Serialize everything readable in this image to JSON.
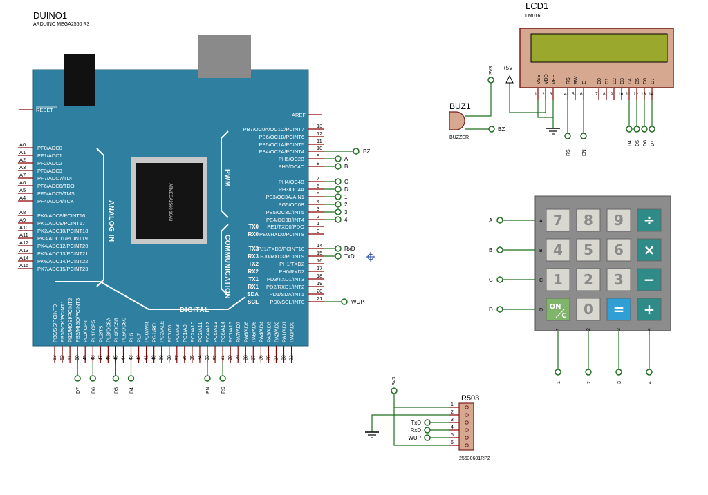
{
  "arduino": {
    "ref": "DUINO1",
    "model": "ARDUINO MEGA2560 R3",
    "reset": "RESET",
    "aref": "AREF",
    "section_analog": "ANALOG IN",
    "section_pwm": "PWM",
    "section_comm": "COMMUNICATION",
    "section_digital": "DIGITAL",
    "chip_text": "ATMEGA2560 16AU",
    "left_pins": [
      {
        "ext": "A0",
        "int": "PF0/ADC0"
      },
      {
        "ext": "A1",
        "int": "PF1/ADC1"
      },
      {
        "ext": "A2",
        "int": "PF2/ADC2"
      },
      {
        "ext": "A3",
        "int": "PF3/ADC3"
      },
      {
        "ext": "A7",
        "int": "PF7/ADC7/TDI"
      },
      {
        "ext": "A6",
        "int": "PF6/ADC6/TDO"
      },
      {
        "ext": "A5",
        "int": "PF5/ADC5/TMS"
      },
      {
        "ext": "A4",
        "int": "PF4/ADC4/TCK"
      },
      {
        "ext": "A8",
        "int": "PK0/ADC8/PCINT16"
      },
      {
        "ext": "A9",
        "int": "PK1/ADC9/PCINT17"
      },
      {
        "ext": "A10",
        "int": "PK2/ADC10/PCINT18"
      },
      {
        "ext": "A11",
        "int": "PK3/ADC11/PCINT19"
      },
      {
        "ext": "A12",
        "int": "PK4/ADC12/PCINT20"
      },
      {
        "ext": "A13",
        "int": "PK5/ADC13/PCINT21"
      },
      {
        "ext": "A14",
        "int": "PK6/ADC14/PCINT22"
      },
      {
        "ext": "A15",
        "int": "PK7/ADC15/PCINT23"
      }
    ],
    "right_pins": [
      {
        "num": "13",
        "int": "PB7/OC0A/OC1C/PCINT7",
        "net": ""
      },
      {
        "num": "12",
        "int": "PB6/OC1B/PCINT6",
        "net": ""
      },
      {
        "num": "11",
        "int": "PB5/OC1A/PCINT5",
        "net": ""
      },
      {
        "num": "10",
        "int": "PB4/OC2A/PCINT4",
        "net": "BZ"
      },
      {
        "num": "9",
        "int": "PH6/OC2B",
        "net": "A"
      },
      {
        "num": "8",
        "int": "PH5/OC4C",
        "net": "B"
      },
      {
        "num": "7",
        "int": "PH4/OC4B",
        "net": "C"
      },
      {
        "num": "6",
        "int": "PH3/OC4A",
        "net": "D"
      },
      {
        "num": "5",
        "int": "PE3/OC3A/AIN1",
        "net": "1"
      },
      {
        "num": "4",
        "int": "PG5/OC0B",
        "net": "2"
      },
      {
        "num": "3",
        "int": "PE5/OC3C/INT5",
        "net": "3"
      },
      {
        "num": "2",
        "int": "PE4/OC3B/INT4",
        "net": "4"
      },
      {
        "num": "1",
        "int": "PE1/TXD0/PDO",
        "net": "",
        "tag": "TX0"
      },
      {
        "num": "0",
        "int": "PE0/RXD0/PCINT8",
        "net": "",
        "tag": "RX0"
      },
      {
        "num": "14",
        "int": "PJ1/TXD3/PCINT10",
        "net": "RxD",
        "tag": "TX3"
      },
      {
        "num": "15",
        "int": "PJ0/RXD3/PCINT9",
        "net": "TxD",
        "tag": "RX3"
      },
      {
        "num": "16",
        "int": "PH1/TXD2",
        "net": "",
        "tag": "TX2"
      },
      {
        "num": "17",
        "int": "PH0/RXD2",
        "net": "",
        "tag": "RX2"
      },
      {
        "num": "18",
        "int": "PD3/TXD1/INT3",
        "net": "",
        "tag": "TX1"
      },
      {
        "num": "19",
        "int": "PD2/RXD1/INT2",
        "net": "",
        "tag": "RX1"
      },
      {
        "num": "20",
        "int": "PD1/SDA/INT1",
        "net": "",
        "tag": "SDA"
      },
      {
        "num": "21",
        "int": "PD0/SCL/INT0",
        "net": "WUP",
        "tag": "SCL"
      }
    ],
    "bottom_pins": [
      {
        "num": "53",
        "int": "PB0/SS/PCINT0"
      },
      {
        "num": "52",
        "int": "PB1/SCK/PCINT1"
      },
      {
        "num": "51",
        "int": "PB2/MOSI/PCINT2"
      },
      {
        "num": "50",
        "int": "PB3/MISO/PCINT3"
      },
      {
        "num": "49",
        "int": "PL0/ICP4"
      },
      {
        "num": "48",
        "int": "PL1/ICP5"
      },
      {
        "num": "47",
        "int": "PL2/T5"
      },
      {
        "num": "46",
        "int": "PL3/OC5A"
      },
      {
        "num": "45",
        "int": "PL4/OC5B"
      },
      {
        "num": "44",
        "int": "PL5/OC5C"
      },
      {
        "num": "43",
        "int": "PL6"
      },
      {
        "num": "42",
        "int": "PL7"
      },
      {
        "num": "41",
        "int": "PG0/WR"
      },
      {
        "num": "40",
        "int": "PG1/RD"
      },
      {
        "num": "39",
        "int": "PG2/ALE"
      },
      {
        "num": "38",
        "int": "PD7/T0"
      },
      {
        "num": "37",
        "int": "PC0/A8"
      },
      {
        "num": "36",
        "int": "PC1/A9"
      },
      {
        "num": "35",
        "int": "PC2/A10"
      },
      {
        "num": "34",
        "int": "PC3/A11"
      },
      {
        "num": "33",
        "int": "PC4/A12"
      },
      {
        "num": "32",
        "int": "PC5/A13"
      },
      {
        "num": "31",
        "int": "PC6/A14"
      },
      {
        "num": "30",
        "int": "PC7/A15"
      },
      {
        "num": "29",
        "int": "PA7/AD7"
      },
      {
        "num": "28",
        "int": "PA6/AD6"
      },
      {
        "num": "27",
        "int": "PA5/AD5"
      },
      {
        "num": "26",
        "int": "PA4/AD4"
      },
      {
        "num": "25",
        "int": "PA3/AD3"
      },
      {
        "num": "24",
        "int": "PA2/AD2"
      },
      {
        "num": "23",
        "int": "PA1/AD1"
      },
      {
        "num": "22",
        "int": "PA0/AD0"
      }
    ],
    "bottom_nets": [
      {
        "pin": "50",
        "net": "D7"
      },
      {
        "pin": "48",
        "net": "D6"
      },
      {
        "pin": "45",
        "net": "D5"
      },
      {
        "pin": "43",
        "net": "D4"
      },
      {
        "pin": "33",
        "net": "EN"
      },
      {
        "pin": "31",
        "net": "RS"
      }
    ]
  },
  "lcd": {
    "ref": "LCD1",
    "model": "LM016L",
    "pins": [
      "VSS",
      "VDD",
      "VEE",
      "RS",
      "RW",
      "E",
      "D0",
      "D1",
      "D2",
      "D3",
      "D4",
      "D5",
      "D6",
      "D7"
    ],
    "pin_nums": [
      "1",
      "2",
      "3",
      "4",
      "5",
      "6",
      "7",
      "8",
      "9",
      "10",
      "11",
      "12",
      "13",
      "14"
    ],
    "supply_label": "+5V",
    "nets": [
      "RS",
      "EN",
      "D4",
      "D5",
      "D6",
      "D7"
    ],
    "lcd_color": "#9aa82e"
  },
  "buzzer": {
    "ref": "BUZ1",
    "model": "BUZZER",
    "supply": "3V3",
    "net": "BZ"
  },
  "keypad": {
    "rows": [
      "A",
      "B",
      "C",
      "D"
    ],
    "cols": [
      "1",
      "2",
      "3",
      "4"
    ],
    "keys": [
      [
        "7",
        "8",
        "9",
        "÷"
      ],
      [
        "4",
        "5",
        "6",
        "×"
      ],
      [
        "1",
        "2",
        "3",
        "−"
      ],
      [
        "ON/C",
        "0",
        "=",
        "+"
      ]
    ],
    "on_top": "ON",
    "on_bottom": "C"
  },
  "r503": {
    "ref": "R503",
    "part": "25630601RP2",
    "supply": "3V3",
    "pins": [
      "1",
      "2",
      "3",
      "4",
      "5",
      "6"
    ],
    "nets": [
      "TxD",
      "RxD",
      "WUP"
    ]
  },
  "colors": {
    "board": "#2e7fa0",
    "board_edge": "#1d5f7a",
    "wire": "#1f6d1f",
    "pin": "#8b0000",
    "keypad_body": "#8c8c8c",
    "key_gray": "#d8d8d0",
    "key_teal": "#2e8b87",
    "key_green": "#7fb46a",
    "key_blue": "#2f9fd6"
  }
}
